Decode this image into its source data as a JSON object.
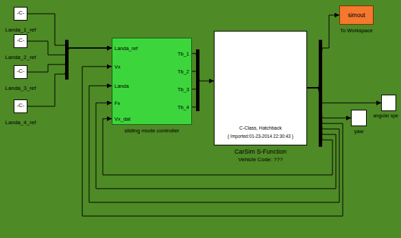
{
  "diagram": {
    "nodes": [
      {
        "text": [
          "-C-",
          "Landa_1_ref"
        ]
      },
      {
        "text": [
          "-C-",
          "Landa_2_ref"
        ]
      },
      {
        "text": [
          "-C-",
          "Landa_3_ref"
        ]
      },
      {
        "text": [
          "-C-",
          "Landa_4_ref"
        ]
      },
      {
        "text": [
          "Landa_ref",
          "Vx",
          "Landa",
          "Fx",
          "Vx_dat",
          "Tb_1",
          "Tb_2",
          "Tb_3",
          "Tb_4",
          "sliding mode controller"
        ]
      },
      {
        "text": [
          "C-Class, Hatchback",
          "{ Imported:01-23-2014 22:30:43 }",
          "CarSim S-Function",
          "Vehicle Code: ???"
        ]
      },
      {
        "text": [
          "simout",
          "To Workspace"
        ]
      },
      {
        "text": [
          "yaw"
        ]
      },
      {
        "text": [
          "angular spe"
        ]
      }
    ],
    "edges": [
      {
        "from": 0,
        "to": 4,
        "arrow": "to"
      },
      {
        "from": 1,
        "to": 4,
        "arrow": "to"
      },
      {
        "from": 2,
        "to": 4,
        "arrow": "to"
      },
      {
        "from": 3,
        "to": 4,
        "arrow": "to"
      },
      {
        "from": 4,
        "to": 5,
        "arrow": "to"
      },
      {
        "from": 5,
        "to": 6,
        "arrow": "to"
      },
      {
        "from": 5,
        "to": 7,
        "arrow": "to"
      },
      {
        "from": 5,
        "to": 8,
        "arrow": "to"
      },
      {
        "from": 5,
        "to": 4,
        "arrow": "to"
      },
      {
        "from": 5,
        "to": 4,
        "arrow": "to"
      },
      {
        "from": 5,
        "to": 4,
        "arrow": "to"
      },
      {
        "from": 5,
        "to": 4,
        "arrow": "to"
      }
    ]
  }
}
